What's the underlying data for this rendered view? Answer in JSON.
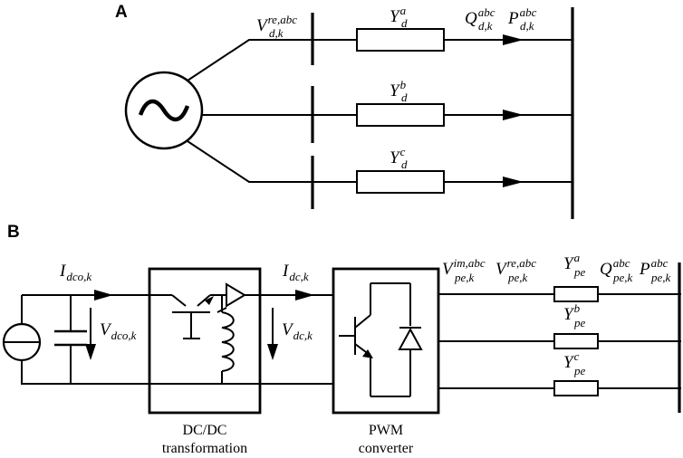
{
  "panel_a": {
    "label": "A",
    "voltage": {
      "main": "V",
      "sup": "re,abc",
      "sub": "d,k"
    },
    "phases": [
      {
        "name": "Y",
        "sup": "a",
        "sub": "d"
      },
      {
        "name": "Y",
        "sup": "b",
        "sub": "d"
      },
      {
        "name": "Y",
        "sup": "c",
        "sub": "d"
      }
    ],
    "q_power": {
      "main": "Q",
      "sup": "abc",
      "sub": "d,k"
    },
    "p_power": {
      "main": "P",
      "sup": "abc",
      "sub": "d,k"
    }
  },
  "panel_b": {
    "label": "B",
    "i_dco": {
      "main": "I",
      "sub": "dco,k"
    },
    "v_dco": {
      "main": "V",
      "sub": "dco,k"
    },
    "i_dc": {
      "main": "I",
      "sub": "dc,k"
    },
    "v_dc": {
      "main": "V",
      "sub": "dc,k"
    },
    "v_im": {
      "main": "V",
      "sup": "im,abc",
      "sub": "pe,k"
    },
    "v_re": {
      "main": "V",
      "sup": "re,abc",
      "sub": "pe,k"
    },
    "phases": [
      {
        "name": "Y",
        "sup": "a",
        "sub": "pe"
      },
      {
        "name": "Y",
        "sup": "b",
        "sub": "pe"
      },
      {
        "name": "Y",
        "sup": "c",
        "sub": "pe"
      }
    ],
    "q_power": {
      "main": "Q",
      "sup": "abc",
      "sub": "pe,k"
    },
    "p_power": {
      "main": "P",
      "sup": "abc",
      "sub": "pe,k"
    },
    "dcdc_caption_line1": "DC/DC",
    "dcdc_caption_line2": "transformation",
    "pwm_caption_line1": "PWM",
    "pwm_caption_line2": "converter"
  }
}
